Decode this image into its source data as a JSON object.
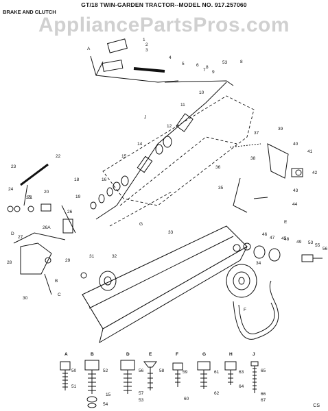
{
  "header": {
    "title": "GT/18 TWIN-GARDEN TRACTOR--MODEL NO. 917.257060",
    "section": "BRAKE AND CLUTCH",
    "watermark": "AppliancePartsPros.com",
    "code": "CS"
  },
  "callouts": [
    "A",
    "1",
    "2",
    "3",
    "4",
    "5",
    "6",
    "7",
    "8",
    "9",
    "53",
    "8",
    "10",
    "11",
    "12",
    "J",
    "14",
    "15",
    "16",
    "18",
    "19",
    "20",
    "21",
    "22",
    "23",
    "24",
    "25",
    "26",
    "26A",
    "27",
    "28",
    "29",
    "30",
    "31",
    "32",
    "33",
    "34",
    "35",
    "36",
    "37",
    "38",
    "39",
    "40",
    "41",
    "42",
    "43",
    "44",
    "45",
    "46",
    "47",
    "48",
    "49",
    "53",
    "55",
    "56",
    "F",
    "G",
    "E",
    "D",
    "B",
    "C"
  ],
  "hardware": [
    {
      "letter": "A",
      "parts": [
        "50",
        "51"
      ]
    },
    {
      "letter": "B",
      "parts": [
        "52",
        "15",
        "54"
      ]
    },
    {
      "letter": "D",
      "parts": [
        "56",
        "57",
        "53"
      ]
    },
    {
      "letter": "E",
      "parts": [
        "58"
      ]
    },
    {
      "letter": "F",
      "parts": [
        "59",
        "60"
      ]
    },
    {
      "letter": "G",
      "parts": [
        "61",
        "62"
      ]
    },
    {
      "letter": "H",
      "parts": [
        "63",
        "64"
      ]
    },
    {
      "letter": "J",
      "parts": [
        "65",
        "66",
        "67"
      ]
    }
  ],
  "colors": {
    "ink": "#111111",
    "watermark": "#969696"
  }
}
